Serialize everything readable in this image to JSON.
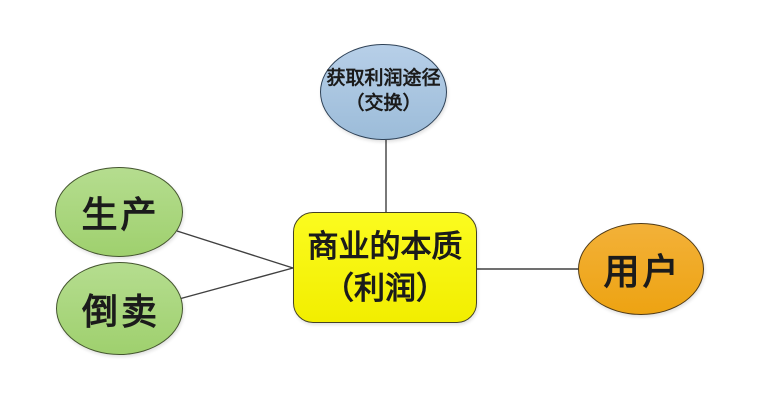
{
  "nodes": {
    "exchange": {
      "line1": "获取利润途径",
      "line2": "（交换）",
      "shape": "ellipse",
      "colors": {
        "top": "#b7cfe8",
        "bottom": "#9cbcd9",
        "border": "#2f4257"
      }
    },
    "production": {
      "label": "生产",
      "shape": "ellipse",
      "colors": {
        "top": "#b5dd8f",
        "bottom": "#9fd06e",
        "border": "#44552f"
      }
    },
    "resell": {
      "label": "倒卖",
      "shape": "ellipse",
      "colors": {
        "top": "#b5dd8f",
        "bottom": "#9fd06e",
        "border": "#44552f"
      }
    },
    "core": {
      "line1": "商业的本质",
      "line2": "（利润）",
      "shape": "rounded-rect",
      "colors": {
        "top": "#fbfb1f",
        "bottom": "#f2ee00",
        "border": "#454226"
      }
    },
    "user": {
      "label": "用户",
      "shape": "ellipse",
      "colors": {
        "top": "#f3b139",
        "bottom": "#eda312",
        "border": "#4f3a16"
      }
    }
  },
  "edges": {
    "color": "#404040",
    "list": [
      {
        "from": "exchange",
        "to": "core"
      },
      {
        "from": "production",
        "to": "core"
      },
      {
        "from": "resell",
        "to": "core"
      },
      {
        "from": "core",
        "to": "user"
      }
    ]
  },
  "text_color": "#1b1b1b",
  "background_color": "#ffffff"
}
